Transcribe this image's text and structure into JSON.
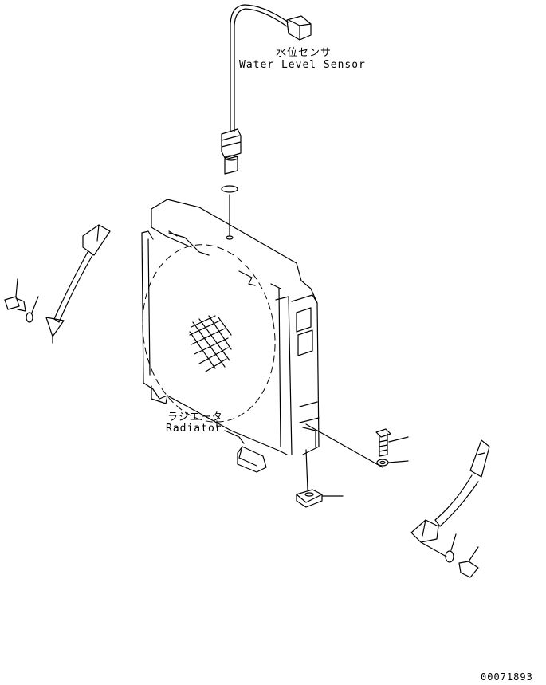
{
  "labels": {
    "water_level_sensor_jp": "水位センサ",
    "water_level_sensor_en": "Water Level Sensor",
    "radiator_jp": "ラジエータ",
    "radiator_en": "Radiator",
    "drawing_number": "00071893"
  },
  "colors": {
    "ink": "#000000",
    "paper": "#ffffff"
  }
}
